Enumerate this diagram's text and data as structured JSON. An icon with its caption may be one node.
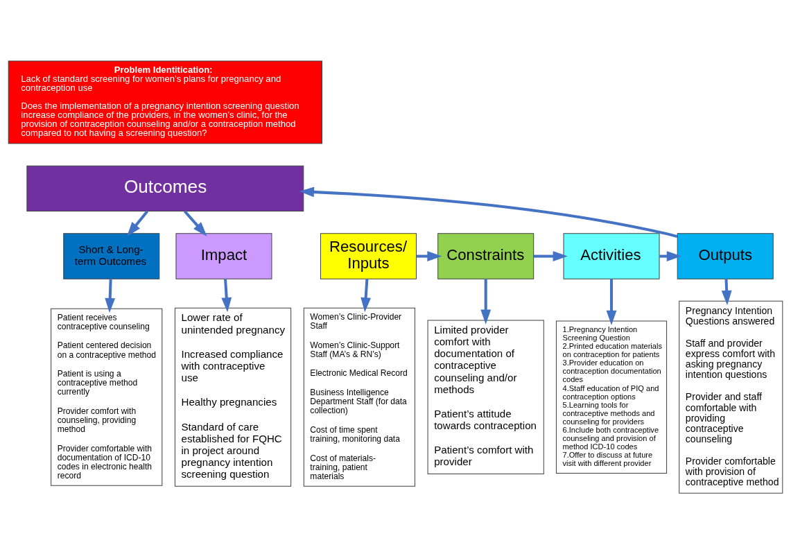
{
  "diagram": {
    "nodes": [
      {
        "text": [
          "Problem Identitication:",
          "Lack of standard screening for women’s plans for pregnancy and contraception use",
          "Does the implementation of a pregnancy intention screening question increase compliance of the providers, in the women’s clinic, for the provision of contraception counseling and/or a contraception method compared to not having a screening question?"
        ]
      },
      {
        "text": [
          "Outcomes"
        ]
      },
      {
        "text": [
          "Resources/ Inputs"
        ]
      },
      {
        "text": [
          "Constraints"
        ]
      },
      {
        "text": [
          "Activities"
        ]
      },
      {
        "text": [
          "Outputs"
        ]
      },
      {
        "text": [
          "Short & Long-term Outcomes"
        ]
      },
      {
        "text": [
          "Impact"
        ]
      },
      {
        "text": [
          "Women’s Clinic-Provider Staff",
          "Women’s Clinic-Support Staff (MA’s & RN’s)",
          "Electronic Medical Record",
          "Business Intelligence Department Staff (for data collection)",
          "Cost of time spent training, monitoring data",
          "Cost of materials-training, patient materials"
        ]
      },
      {
        "text": [
          "Limited provider comfort with documentation of contraceptive counseling and/or methods",
          "Patient’s attitude towards contraception",
          "Patient’s comfort with provider"
        ]
      },
      {
        "text": [
          "1.Pregnancy Intention Screening Question",
          "2.Printed education materials on contraception for patients",
          "3.Provider education on contraception documentation codes",
          "4.Staff education of PIQ and contraception options",
          "5.Learning tools for contraceptive methods and counseling for providers",
          "6.Include both contraceptive counseling and provision of method ICD-10 codes",
          "7.Offer to discuss at future visit with different provider"
        ]
      },
      {
        "text": [
          "Pregnancy Intention Questions answered",
          "Staff and provider express comfort with asking pregnancy intention questions",
          "Provider and staff comfortable with providing contraceptive counseling",
          "Provider comfortable with provision of contraceptive method"
        ]
      },
      {
        "text": [
          "Patient receives contraceptive counseling",
          "Patient centered decision on a contraceptive method",
          "Patient is using a contraceptive method currently",
          "Provider comfort with counseling, providing method",
          "Provider comfortable with documentation of ICD-10 codes in electronic health record"
        ]
      },
      {
        "text": [
          "Lower rate of unintended pregnancy",
          "Increased compliance with contraceptive use",
          "Healthy pregnancies",
          "Standard of care established for FQHC in project around pregnancy intention screening question"
        ]
      }
    ],
    "edges": [
      {
        "from": 2,
        "to": 3,
        "arrow": "to"
      },
      {
        "from": 3,
        "to": 4,
        "arrow": "to"
      },
      {
        "from": 4,
        "to": 5,
        "arrow": "to"
      },
      {
        "from": 5,
        "to": 1,
        "arrow": "to"
      },
      {
        "from": 1,
        "to": 6,
        "arrow": "to"
      },
      {
        "from": 1,
        "to": 7,
        "arrow": "to"
      },
      {
        "from": 2,
        "to": 8,
        "arrow": "to"
      },
      {
        "from": 3,
        "to": 9,
        "arrow": "to"
      },
      {
        "from": 4,
        "to": 10,
        "arrow": "to"
      },
      {
        "from": 5,
        "to": 11,
        "arrow": "to"
      },
      {
        "from": 6,
        "to": 12,
        "arrow": "to"
      },
      {
        "from": 7,
        "to": 13,
        "arrow": "to"
      }
    ]
  }
}
